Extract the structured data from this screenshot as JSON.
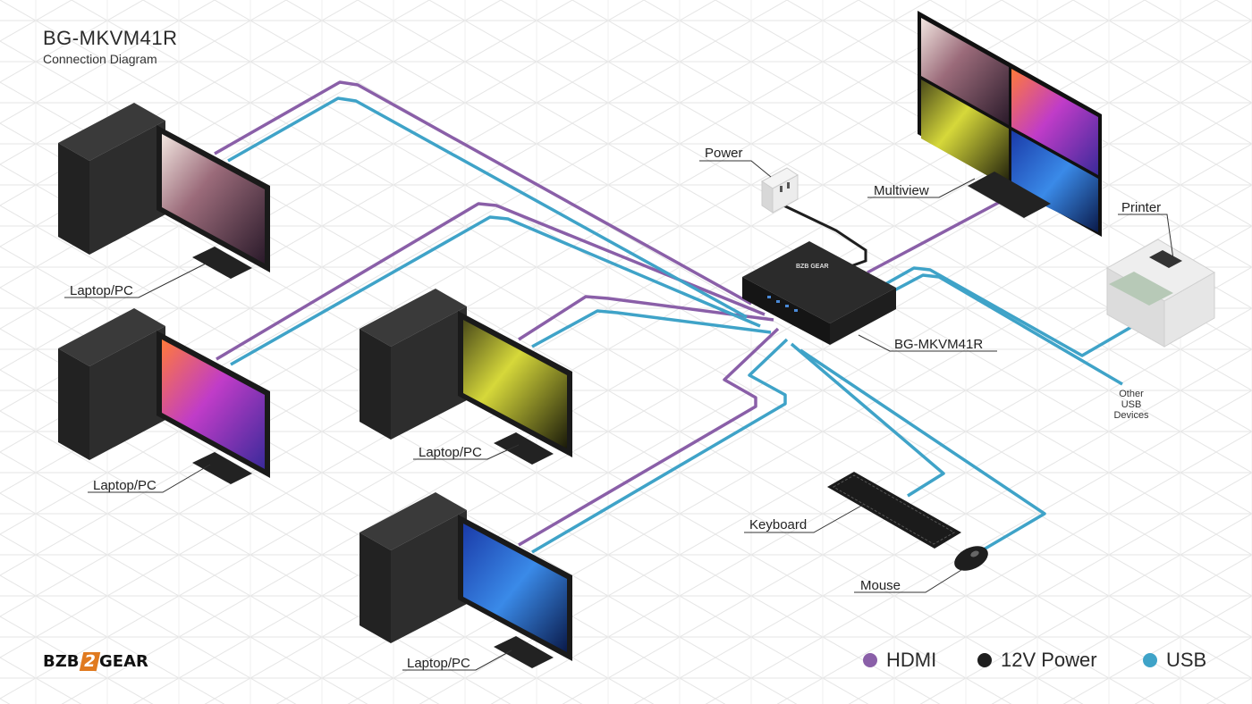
{
  "header": {
    "title": "BG-MKVM41R",
    "subtitle": "Connection Diagram"
  },
  "labels": {
    "pc1": "Laptop/PC",
    "pc2": "Laptop/PC",
    "pc3": "Laptop/PC",
    "pc4": "Laptop/PC",
    "power": "Power",
    "multiview": "Multiview",
    "printer": "Printer",
    "device": "BG-MKVM41R",
    "other_usb_line1": "Other",
    "other_usb_line2": "USB",
    "other_usb_line3": "Devices",
    "keyboard": "Keyboard",
    "mouse": "Mouse"
  },
  "logo": {
    "left": "BZB",
    "middle": "2",
    "right": "GEAR"
  },
  "legend": {
    "items": [
      {
        "label": "HDMI",
        "color": "#8a5fa8"
      },
      {
        "label": "12V Power",
        "color": "#1e1e1e"
      },
      {
        "label": "USB",
        "color": "#3fa3c8"
      }
    ]
  },
  "colors": {
    "hdmi": "#8a5fa8",
    "power": "#1e1e1e",
    "usb": "#3fa3c8",
    "grid": "#e6e6e6"
  }
}
